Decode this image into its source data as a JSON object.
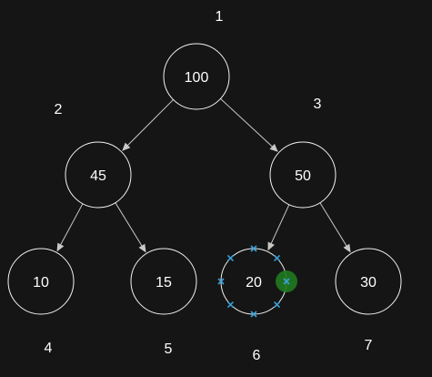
{
  "tree": {
    "nodes": [
      {
        "id": "n1",
        "value": "100",
        "index": "1"
      },
      {
        "id": "n2",
        "value": "45",
        "index": "2"
      },
      {
        "id": "n3",
        "value": "50",
        "index": "3"
      },
      {
        "id": "n4",
        "value": "10",
        "index": "4"
      },
      {
        "id": "n5",
        "value": "15",
        "index": "5"
      },
      {
        "id": "n6",
        "value": "20",
        "index": "6"
      },
      {
        "id": "n7",
        "value": "30",
        "index": "7"
      }
    ],
    "edges": [
      {
        "from": "n1",
        "to": "n2"
      },
      {
        "from": "n1",
        "to": "n3"
      },
      {
        "from": "n2",
        "to": "n4"
      },
      {
        "from": "n2",
        "to": "n5"
      },
      {
        "from": "n3",
        "to": "n6"
      },
      {
        "from": "n3",
        "to": "n7"
      }
    ],
    "selected_node": "n6"
  },
  "colors": {
    "background": "#151515",
    "node_stroke": "#f2f2f2",
    "edge": "#c8c8c8",
    "text": "#ffffff",
    "selection_handle": "#3aa0d8",
    "hover_connection_point": "#1f7a1f"
  }
}
